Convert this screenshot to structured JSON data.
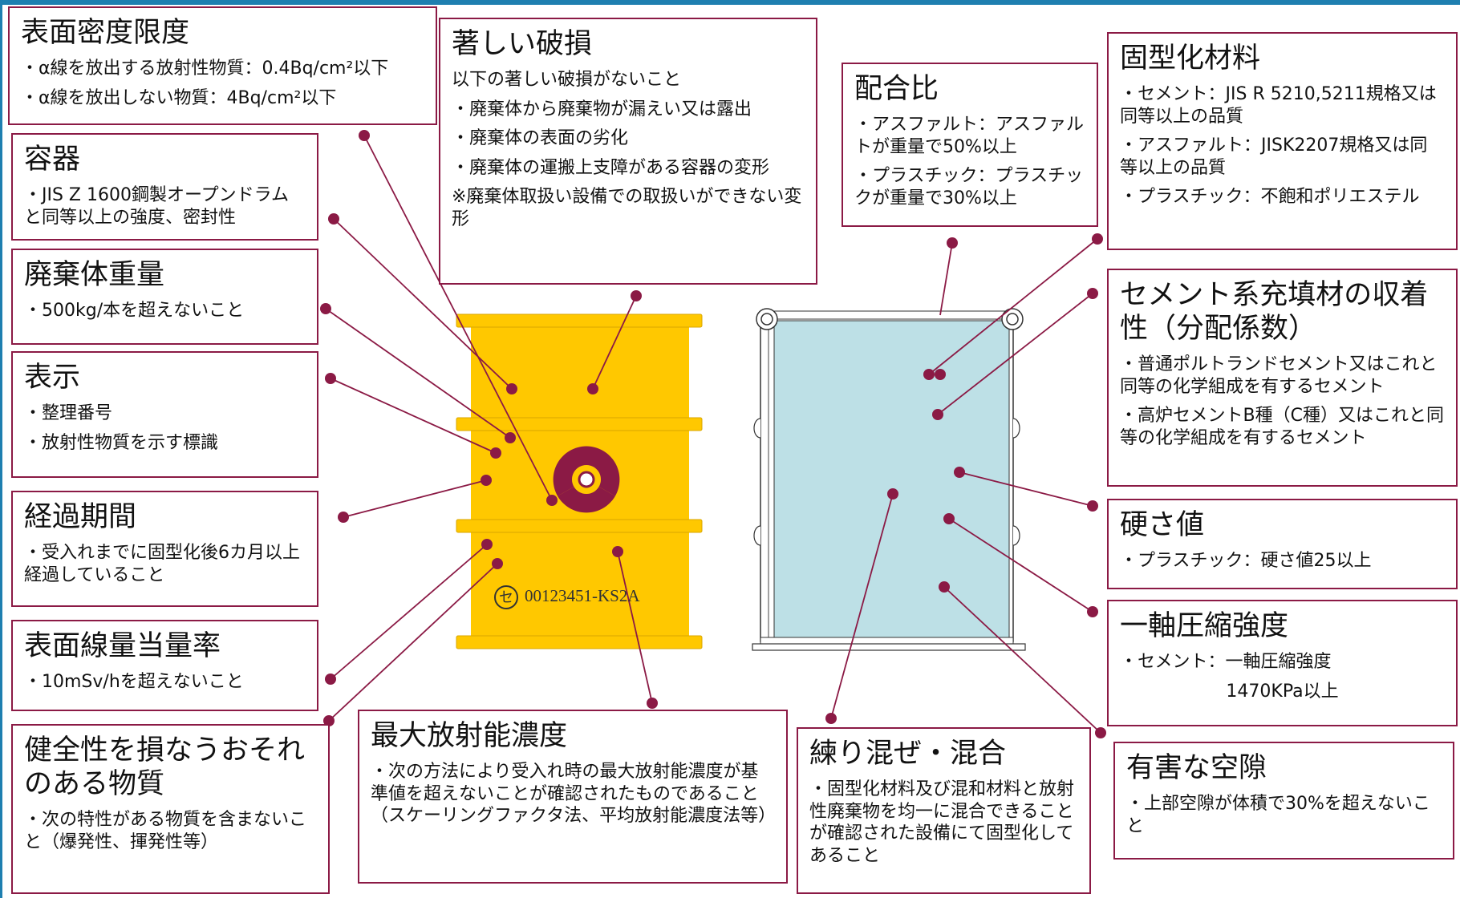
{
  "colors": {
    "accent": "#8b1a45",
    "drum": "#ffc800",
    "block": "#bde0e6",
    "frame": "#1e7fb0"
  },
  "drum": {
    "serial_mark": "セ",
    "serial_number": "00123451-KS2A"
  },
  "boxes": {
    "surface_density": {
      "title": "表面密度限度",
      "items": [
        "・α線を放出する放射性物質：0.4Bq/cm²以下",
        "・α線を放出しない物質：4Bq/cm²以下"
      ]
    },
    "container": {
      "title": "容器",
      "items": [
        "・JIS Z 1600鋼製オープンドラムと同等以上の強度、密封性"
      ]
    },
    "weight": {
      "title": "廃棄体重量",
      "items": [
        "・500kg/本を超えないこと"
      ]
    },
    "label": {
      "title": "表示",
      "items": [
        "・整理番号",
        "・放射性物質を示す標識"
      ]
    },
    "elapsed": {
      "title": "経過期間",
      "items": [
        "・受入れまでに固型化後6カ月以上経過していること"
      ]
    },
    "dose_rate": {
      "title": "表面線量当量率",
      "items": [
        "・10mSv/hを超えないこと"
      ]
    },
    "hazardous": {
      "title": "健全性を損なうおそれのある物質",
      "items": [
        "・次の特性がある物質を含まないこと（爆発性、揮発性等）"
      ]
    },
    "damage": {
      "title": "著しい破損",
      "items": [
        "以下の著しい破損がないこと",
        "・廃棄体から廃棄物が漏えい又は露出",
        "・廃棄体の表面の劣化",
        "・廃棄体の運搬上支障がある容器の変形",
        "※廃棄体取扱い設備での取扱いができない変形"
      ]
    },
    "max_activity": {
      "title": "最大放射能濃度",
      "items": [
        "・次の方法により受入れ時の最大放射能濃度が基準値を超えないことが確認されたものであること（スケーリングファクタ法、平均放射能濃度法等）"
      ]
    },
    "mix_ratio": {
      "title": "配合比",
      "items": [
        "・アスファルト：アスファルトが重量で50%以上",
        "・プラスチック：プラスチックが重量で30%以上"
      ]
    },
    "kneading": {
      "title": "練り混ぜ・混合",
      "items": [
        "・固型化材料及び混和材料と放射性廃棄物を均一に混合できることが確認された設備にて固型化してあること"
      ]
    },
    "material": {
      "title": "固型化材料",
      "items": [
        "・セメント：JIS R 5210,5211規格又は同等以上の品質",
        "・アスファルト：JISK2207規格又は同等以上の品質",
        "・プラスチック：不飽和ポリエステル"
      ]
    },
    "sorption": {
      "title": "セメント系充填材の収着性（分配係数）",
      "items": [
        "・普通ポルトランドセメント又はこれと同等の化学組成を有するセメント",
        "・高炉セメントB種（C種）又はこれと同等の化学組成を有するセメント"
      ]
    },
    "hardness": {
      "title": "硬さ値",
      "items": [
        "・プラスチック：硬さ値25以上"
      ]
    },
    "strength": {
      "title": "一軸圧縮強度",
      "items": [
        "・セメント：一軸圧縮強度",
        "1470KPa以上"
      ]
    },
    "void": {
      "title": "有害な空隙",
      "items": [
        "・上部空隙が体積で30%を超えないこと"
      ]
    }
  }
}
